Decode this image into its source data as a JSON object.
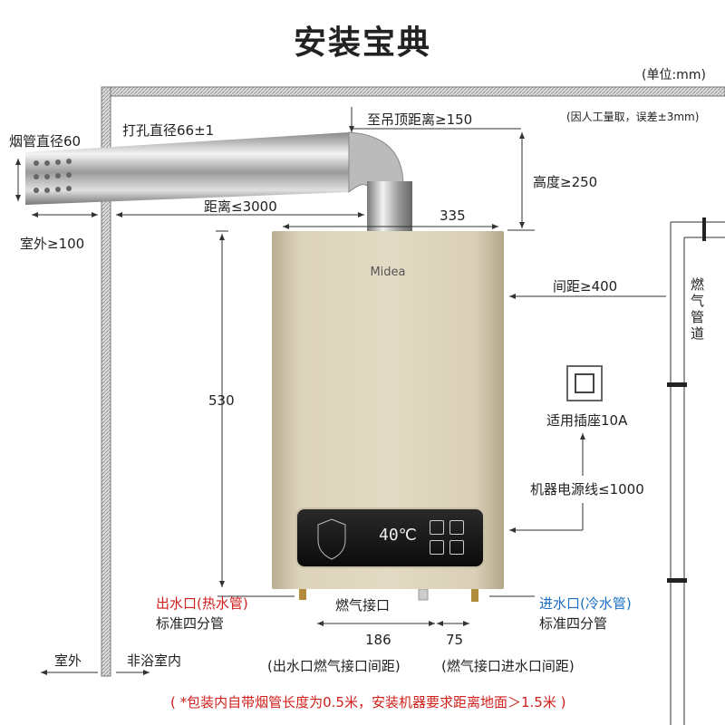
{
  "title": "安装宝典",
  "unit": "(单位:mm)",
  "note": "(因人工量取，误差±3mm)",
  "labels": {
    "flue_diameter": "烟管直径60",
    "hole_diameter": "打孔直径66±1",
    "to_ceiling": "至吊顶距离≥150",
    "height": "高度≥250",
    "distance": "距离≤3000",
    "outdoor_min": "室外≥100",
    "width": "335",
    "spacing": "间距≥400",
    "gas_pipe": "燃气管道",
    "socket": "适用插座10A",
    "power_cord": "机器电源线≤1000",
    "heater_height": "530",
    "hot_outlet": "出水口(热水管)",
    "hot_std": "标准四分管",
    "gas_inlet": "燃气接口",
    "cold_inlet": "进水口(冷水管)",
    "cold_std": "标准四分管",
    "dist_186": "186",
    "dist_75": "75",
    "dist_186_desc": "(出水口燃气接口间距)",
    "dist_75_desc": "(燃气接口进水口间距)",
    "outdoor": "室外",
    "indoor": "非浴室内",
    "footnote": "( *包装内自带烟管长度为0.5米，安装机器要求距离地面＞1.5米 )"
  },
  "heater": {
    "brand": "Midea",
    "temp": "40℃"
  },
  "colors": {
    "hot": "#d0201c",
    "cold": "#1a6fc4",
    "footnote": "#d0201c"
  }
}
